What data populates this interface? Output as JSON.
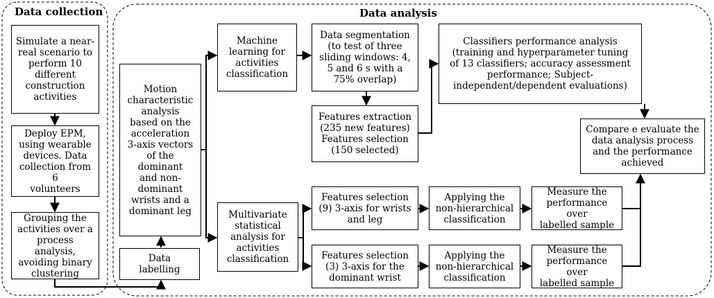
{
  "sections": {
    "collection": "Data collection",
    "analysis": "Data analysis"
  },
  "boxes": {
    "simulate": "Simulate a near-\nreal scenario to\nperform 10\ndifferent\nconstruction\nactivities",
    "deploy": "Deploy EPM,\nusing wearable\ndevices. Data\ncollection from 6\nvolunteers",
    "grouping": "Grouping the\nactivities over a\nprocess analysis,\navoiding binary\nclustering",
    "labelling": "Data\nlabelling",
    "motion": "Motion\ncharacteristic\nanalysis\nbased on the\nacceleration\n3-axis vectors\nof the\ndominant\nand non-\ndominant\nwrists and a\ndominant leg",
    "ml": "Machine\nlearning for\nactivities\nclassification",
    "multivariate": "Multivariate\nstatistical\nanalysis for\nactivities\nclassification",
    "segmentation": "Data segmentation\n(to test of three\nsliding windows: 4,\n5 and 6 s with a\n75% overlap)",
    "features_ml": "Features extraction\n(235 new features)\nFeatures selection\n(150 selected)",
    "classifiers": "Classifiers performance analysis\n(training and hyperparameter tuning\nof 13 classifiers; accuracy assessment\nperformance; Subject-\nindependent/dependent evaluations)",
    "compare": "Compare e evaluate the\ndata analysis process\nand the performance\nachieved",
    "fs_wrists_leg": "Features selection\n(9) 3-axis for wrists\nand leg",
    "nonhier_1": "Applying the\nnon-hierarchical\nclassification",
    "measure_1": "Measure the\nperformance over\nlabelled sample",
    "fs_dominant_wrist": "Features selection\n(3) 3-axis for the\ndominant wrist",
    "nonhier_2": "Applying the\nnon-hierarchical\nclassification",
    "measure_2": "Measure the\nperformance over\nlabelled sample"
  }
}
